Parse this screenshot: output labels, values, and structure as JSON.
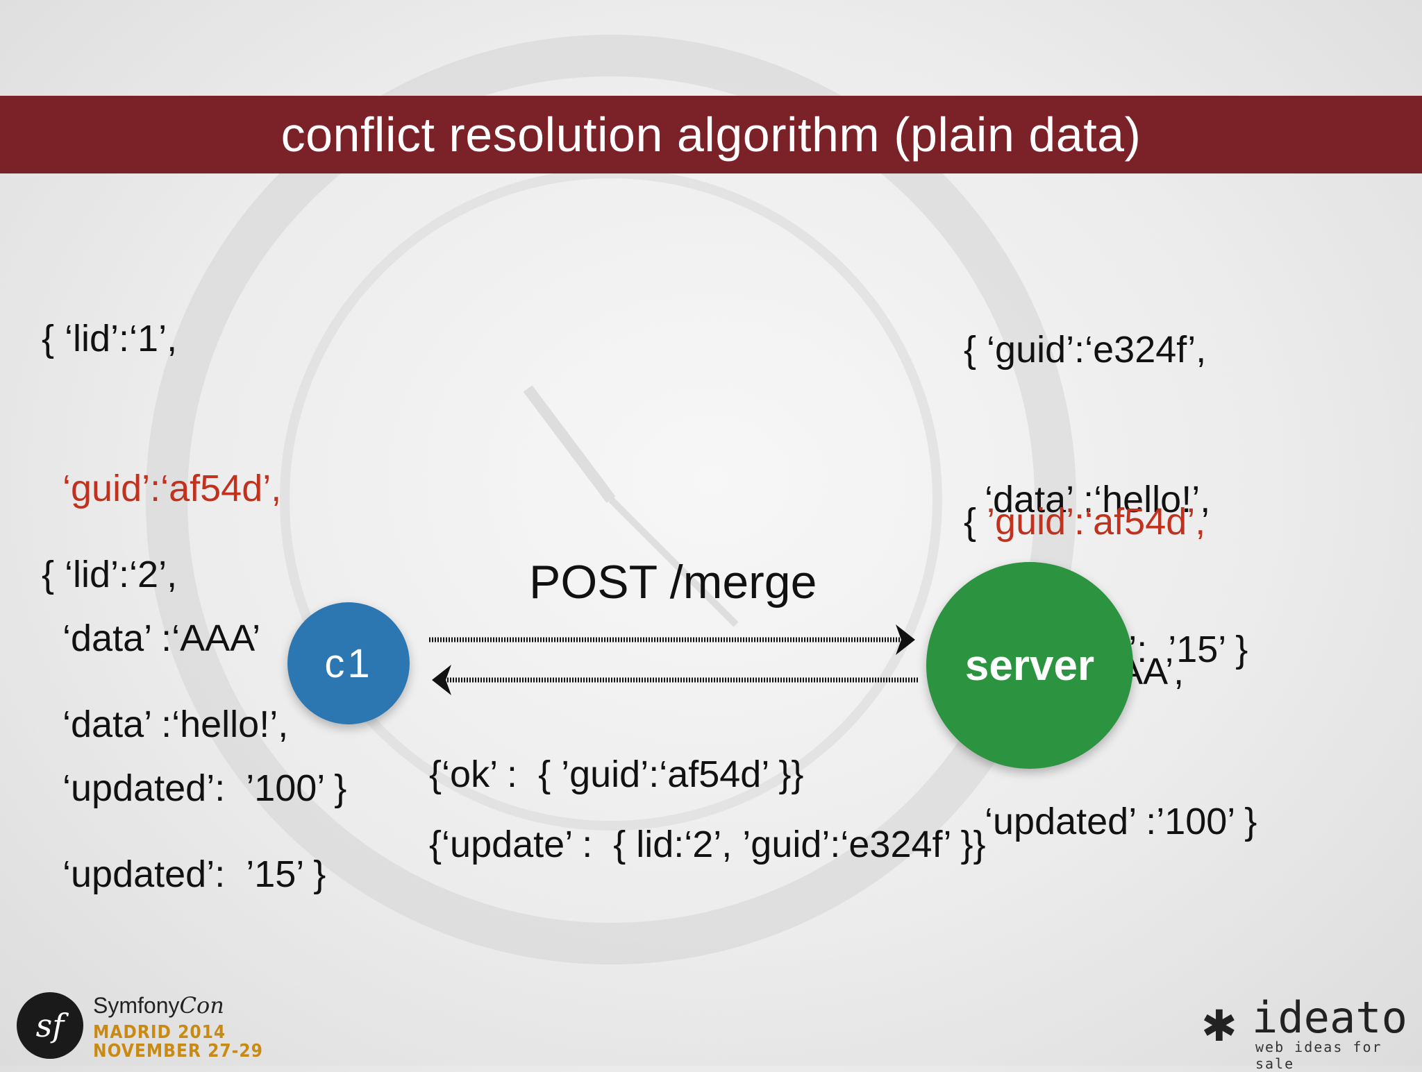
{
  "slide": {
    "title": "conflict resolution algorithm (plain data)"
  },
  "client_records": {
    "record1": {
      "line1": "{ ‘lid’:‘1’,",
      "line2": "  ‘guid’:‘af54d’,",
      "line3": "  ‘data’ :‘AAA’",
      "line4": "  ‘updated’:  ’100’ }"
    },
    "record2": {
      "line1": "{ ‘lid’:‘2’,",
      "line2": "  ‘data’ :‘hello!’,",
      "line3": "  ‘updated’:  ’15’ }"
    }
  },
  "server_records": {
    "record1": {
      "line1": "{ ‘guid’:‘e324f’,",
      "line2": "  ‘data’ :‘hello!’,",
      "line3": "  ‘updated’:  ’15’ }"
    },
    "record2": {
      "line1_open": "{ ",
      "line1_red": "’guid’:‘af54d’,",
      "line2": "  ‘data’:‘AAA’,",
      "line3": "  ‘updated’ :’100’ }"
    }
  },
  "diagram": {
    "request_label": "POST /merge",
    "client_label": "c1",
    "server_label": "server",
    "colors": {
      "client": "#2c77b2",
      "server": "#2c9440",
      "title_bar": "#7a2228",
      "highlight": "#c0321e"
    }
  },
  "responses": {
    "ok": "{‘ok’ :  { ’guid’:‘af54d’ }}",
    "update": "{‘update’ :  { lid:‘2’, ’guid’:‘e324f’ }}"
  },
  "footer": {
    "conference_name": "Symfony",
    "conference_suffix": "Con",
    "conference_place": "MADRID 2014",
    "conference_date": "NOVEMBER 27-29",
    "logo_glyph": "sf",
    "company_icon": "asterisk-icon",
    "company_name": "ideato",
    "company_tagline": "web ideas for sale"
  }
}
